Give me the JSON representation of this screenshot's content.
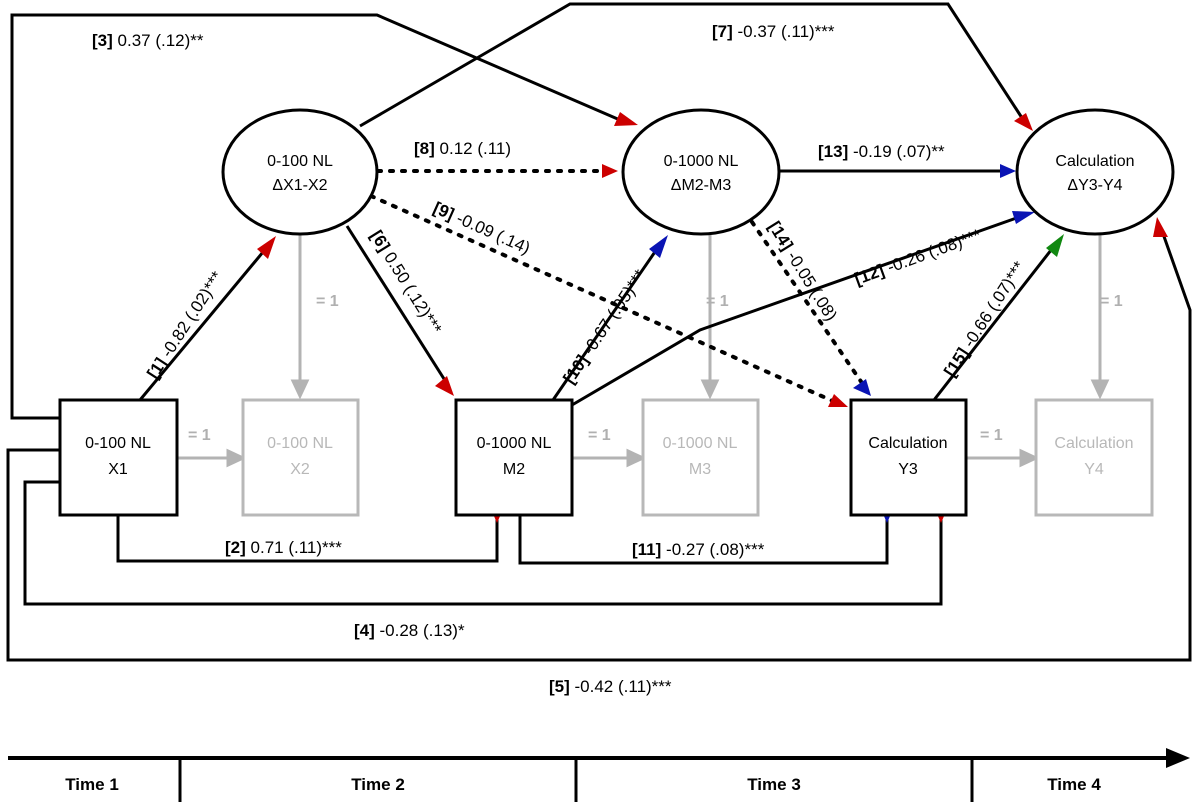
{
  "nodes": {
    "x1": {
      "line1": "0-100 NL",
      "line2": "X1"
    },
    "x2": {
      "line1": "0-100 NL",
      "line2": "X2"
    },
    "m2": {
      "line1": "0-1000 NL",
      "line2": "M2"
    },
    "m3": {
      "line1": "0-1000 NL",
      "line2": "M3"
    },
    "y3": {
      "line1": "Calculation",
      "line2": "Y3"
    },
    "y4": {
      "line1": "Calculation",
      "line2": "Y4"
    },
    "dx": {
      "line1": "0-100 NL",
      "line2": "ΔX1-X2"
    },
    "dm": {
      "line1": "0-1000 NL",
      "line2": "ΔM2-M3"
    },
    "dy": {
      "line1": "Calculation",
      "line2": "ΔY3-Y4"
    }
  },
  "fixed_label": "= 1",
  "paths": [
    {
      "id": "[1]",
      "est": "-0.82 (.02)***"
    },
    {
      "id": "[2]",
      "est": "0.71 (.11)***"
    },
    {
      "id": "[3]",
      "est": "0.37 (.12)**"
    },
    {
      "id": "[4]",
      "est": "-0.28 (.13)*"
    },
    {
      "id": "[5]",
      "est": "-0.42 (.11)***"
    },
    {
      "id": "[6]",
      "est": "0.50 (.12)***"
    },
    {
      "id": "[7]",
      "est": "-0.37 (.11)***"
    },
    {
      "id": "[8]",
      "est": "0.12 (.11)"
    },
    {
      "id": "[9]",
      "est": "-0.09 (.14)"
    },
    {
      "id": "[10]",
      "est": "-0.67 (.05)***"
    },
    {
      "id": "[11]",
      "est": "-0.27 (.08)***"
    },
    {
      "id": "[12]",
      "est": "-0.26 (.08)***"
    },
    {
      "id": "[13]",
      "est": "-0.19 (.07)**"
    },
    {
      "id": "[14]",
      "est": "-0.05 (.08)"
    },
    {
      "id": "[15]",
      "est": "-0.66 (.07)***"
    }
  ],
  "timeline": [
    "Time 1",
    "Time 2",
    "Time 3",
    "Time 4"
  ],
  "colors": {
    "red": "#cc0000",
    "blue": "#0a14b4",
    "green": "#118811",
    "grey": "#b3b3b3",
    "black": "#000000"
  }
}
